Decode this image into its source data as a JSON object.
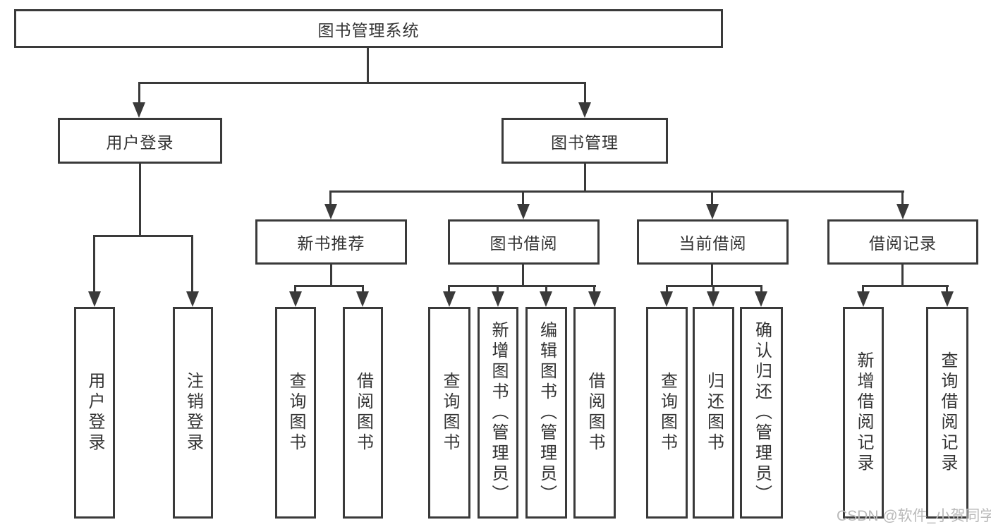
{
  "diagram": {
    "type": "hierarchy-tree",
    "title": "图书管理系统",
    "watermark": "CSDN @软件_小贺同学",
    "colors": {
      "line": "#3a3a3a",
      "text": "#333333",
      "watermark": "#b9b9b9",
      "background": "#ffffff"
    }
  },
  "nodes": {
    "root": {
      "label": "图书管理系统",
      "children": [
        "user_login",
        "book_management"
      ]
    },
    "user_login": {
      "label": "用户登录",
      "children": [
        "user_login_leaf",
        "logout_leaf"
      ]
    },
    "book_management": {
      "label": "图书管理",
      "children": [
        "new_book_recommend",
        "book_borrowing",
        "current_borrowing",
        "borrowing_records"
      ]
    },
    "new_book_recommend": {
      "label": "新书推荐",
      "children": [
        "query_books_1",
        "borrow_books_1"
      ]
    },
    "book_borrowing": {
      "label": "图书借阅",
      "children": [
        "query_books_2",
        "add_books_admin",
        "edit_books_admin",
        "borrow_books_2"
      ]
    },
    "current_borrowing": {
      "label": "当前借阅",
      "children": [
        "query_books_3",
        "return_books",
        "confirm_return_admin"
      ]
    },
    "borrowing_records": {
      "label": "借阅记录",
      "children": [
        "add_borrow_record",
        "query_borrow_record"
      ]
    },
    "user_login_leaf": {
      "label": "用户登录"
    },
    "logout_leaf": {
      "label": "注销登录"
    },
    "query_books_1": {
      "label": "查询图书"
    },
    "borrow_books_1": {
      "label": "借阅图书"
    },
    "query_books_2": {
      "label": "查询图书"
    },
    "add_books_admin": {
      "label": "新增图书（管理员）"
    },
    "edit_books_admin": {
      "label": "编辑图书（管理员）"
    },
    "borrow_books_2": {
      "label": "借阅图书"
    },
    "query_books_3": {
      "label": "查询图书"
    },
    "return_books": {
      "label": "归还图书"
    },
    "confirm_return_admin": {
      "label": "确认归还（管理员）"
    },
    "add_borrow_record": {
      "label": "新增借阅记录"
    },
    "query_borrow_record": {
      "label": "查询借阅记录"
    }
  }
}
